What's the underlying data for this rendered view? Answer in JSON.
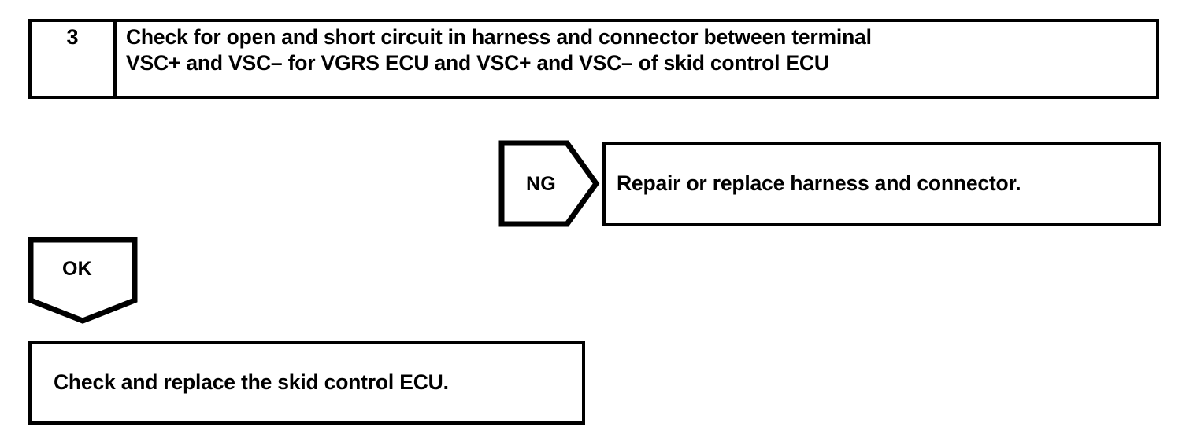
{
  "diagram": {
    "type": "troubleshooting-flowchart",
    "stroke_color": "#000000",
    "background_color": "#ffffff",
    "text_color": "#000000"
  },
  "step": {
    "number": "3",
    "line1": "Check for open and short circuit in harness and connector between terminal",
    "line2": "VSC+ and VSC– for VGRS ECU and VSC+ and VSC– of skid control ECU"
  },
  "branches": {
    "ng": {
      "label": "NG",
      "direction": "right",
      "result_text": "Repair or replace harness and connector."
    },
    "ok": {
      "label": "OK",
      "direction": "down",
      "result_text": "Check and replace the skid control ECU."
    }
  }
}
